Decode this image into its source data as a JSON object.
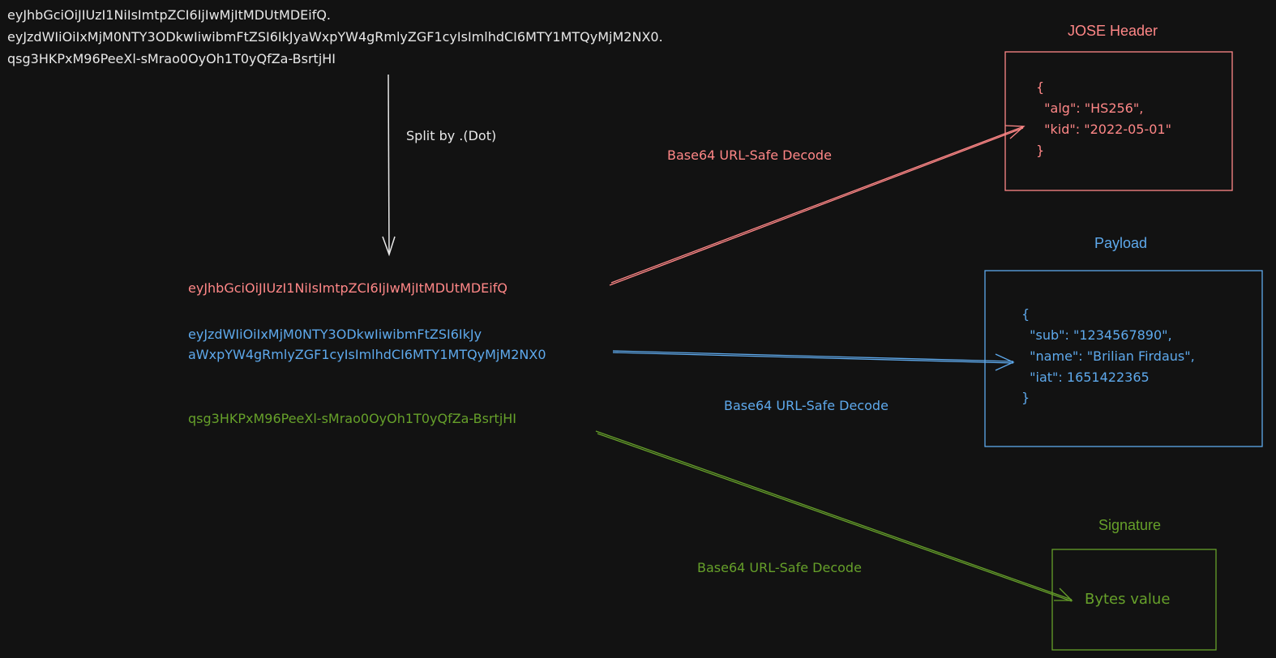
{
  "jwt_full": {
    "line1": "eyJhbGciOiJIUzI1NiIsImtpZCI6IjIwMjItMDUtMDEifQ.",
    "line2": "eyJzdWIiOiIxMjM0NTY3ODkwIiwibmFtZSI6IkJyaWxpYW4gRmlyZGF1cyIsImlhdCI6MTY1MTQyMjM2NX0.",
    "line3": "qsg3HKPxM96PeeXl-sMrao0OyOh1T0yQfZa-BsrtjHI"
  },
  "split_label": "Split by .(Dot)",
  "parts": {
    "header": "eyJhbGciOiJIUzI1NiIsImtpZCI6IjIwMjItMDUtMDEifQ",
    "payload_line1": "eyJzdWIiOiIxMjM0NTY3ODkwIiwibmFtZSI6IkJy",
    "payload_line2": "aWxpYW4gRmlyZGF1cyIsImlhdCI6MTY1MTQyMjM2NX0",
    "signature": "qsg3HKPxM96PeeXl-sMrao0OyOh1T0yQfZa-BsrtjHI"
  },
  "decode_labels": {
    "header": "Base64 URL-Safe Decode",
    "payload": "Base64 URL-Safe Decode",
    "signature": "Base64 URL-Safe Decode"
  },
  "boxes": {
    "header": {
      "title": "JOSE Header",
      "lines": [
        "{",
        "  \"alg\": \"HS256\",",
        "  \"kid\": \"2022-05-01\"",
        "}"
      ]
    },
    "payload": {
      "title": "Payload",
      "lines": [
        "{",
        "  \"sub\": \"1234567890\",",
        "  \"name\": \"Brilian Firdaus\",",
        "  \"iat\": 1651422365",
        "}"
      ]
    },
    "signature": {
      "title": "Signature",
      "content": "Bytes value"
    }
  },
  "colors": {
    "background": "#121212",
    "header": "#ff8787",
    "payload": "#5ea9ec",
    "signature": "#66a02a"
  }
}
